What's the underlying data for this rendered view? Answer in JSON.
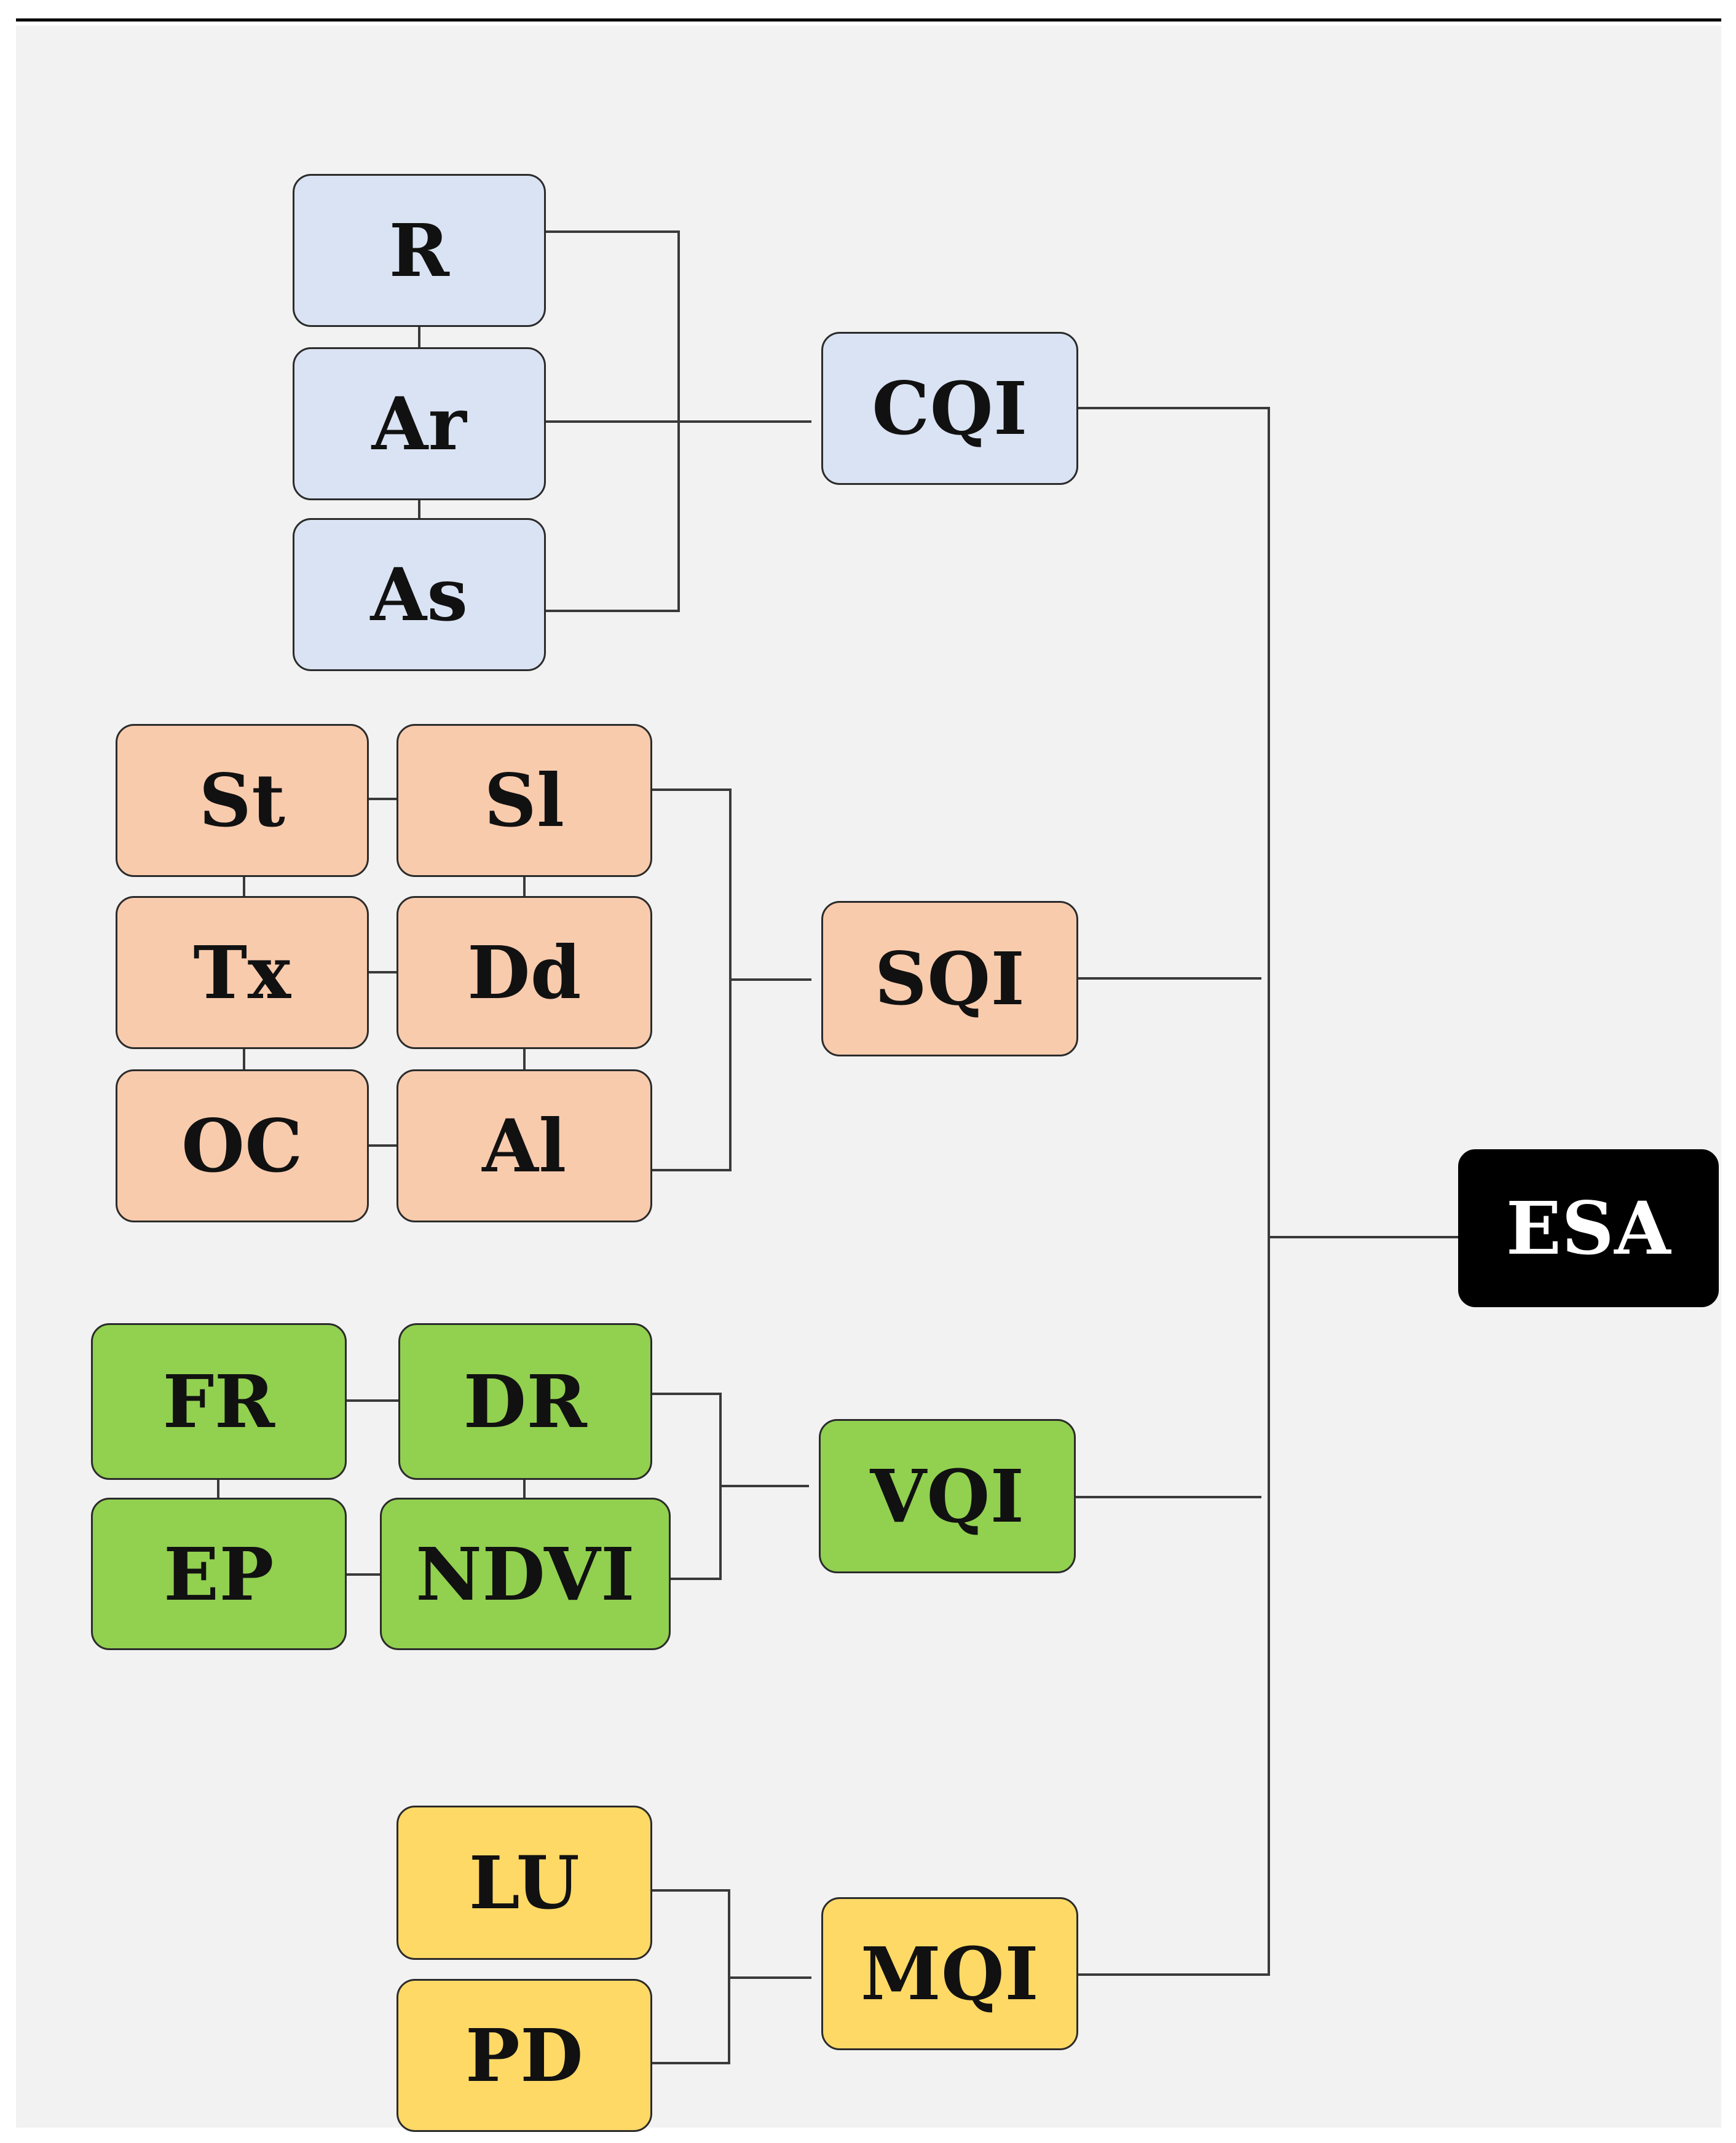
{
  "colors": {
    "cqi": "#dae3f3",
    "sqi": "#f8cbad",
    "vqi": "#92d050",
    "mqi": "#ffd966",
    "esa": "#000000",
    "esa_text": "#ffffff",
    "line": "#3a3a3a"
  },
  "root": {
    "label": "ESA"
  },
  "indices": {
    "cqi": {
      "label": "CQI",
      "components": [
        "R",
        "Ar",
        "As"
      ]
    },
    "sqi": {
      "label": "SQI",
      "components": [
        "St",
        "Sl",
        "Tx",
        "Dd",
        "OC",
        "Al"
      ]
    },
    "vqi": {
      "label": "VQI",
      "components": [
        "FR",
        "DR",
        "EP",
        "NDVI"
      ]
    },
    "mqi": {
      "label": "MQI",
      "components": [
        "LU",
        "PD"
      ]
    }
  }
}
